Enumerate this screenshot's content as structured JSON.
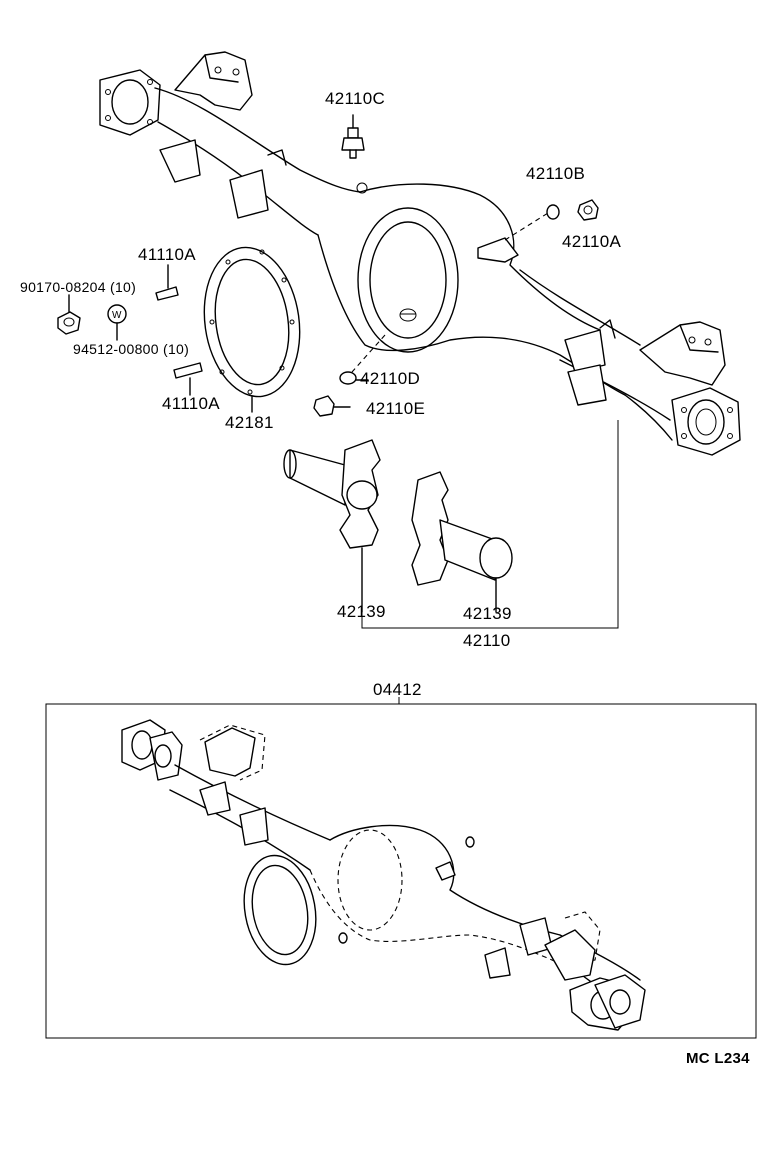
{
  "labels": {
    "p42110C": "42110C",
    "p42110B": "42110B",
    "p42110A": "42110A",
    "p41110A_top": "41110A",
    "p90170": "90170-08204  (10)",
    "p94512": "94512-00800  (10)",
    "w_symbol": "W",
    "p41110A_bottom": "41110A",
    "p42181": "42181",
    "p42110D": "42110D",
    "p42110E": "42110E",
    "p42139_left": "42139",
    "p42139_right": "42139",
    "p42110": "42110",
    "p04412": "04412",
    "ref_code": "MC L234"
  },
  "icons": {
    "washer_marker": "circled-w-icon"
  },
  "colors": {
    "line": "#000000",
    "background": "#ffffff"
  }
}
